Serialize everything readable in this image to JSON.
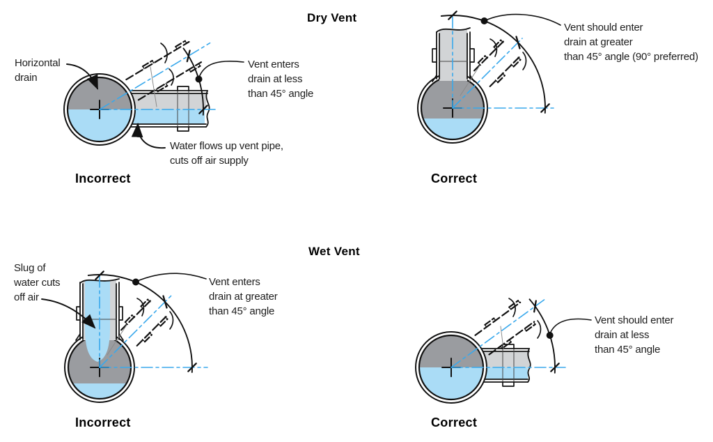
{
  "titles": {
    "dry": "Dry Vent",
    "wet": "Wet Vent"
  },
  "dry_incorrect": {
    "verdict": "Incorrect",
    "drain_label": [
      "Horizontal",
      "drain"
    ],
    "angle_note": [
      "Vent enters",
      "drain at less",
      "than 45° angle"
    ],
    "water_note": [
      "Water flows up vent pipe,",
      "cuts off air supply"
    ]
  },
  "dry_correct": {
    "verdict": "Correct",
    "angle_note": [
      "Vent should enter",
      "drain at greater",
      "than 45° angle (90° preferred)"
    ]
  },
  "wet_incorrect": {
    "verdict": "Incorrect",
    "slug_label": [
      "Slug of",
      "water cuts",
      "off air"
    ],
    "angle_note": [
      "Vent enters",
      "drain at greater",
      "than 45° angle"
    ]
  },
  "wet_correct": {
    "verdict": "Correct",
    "angle_note": [
      "Vent should enter",
      "drain at less",
      "than 45° angle"
    ]
  },
  "colors": {
    "pipe_gray_dark": "#9A9CA0",
    "pipe_gray_light": "#D2D4D6",
    "water_blue": "#AADCF6",
    "centerline_blue": "#38A8EC",
    "line_black": "#111111"
  }
}
